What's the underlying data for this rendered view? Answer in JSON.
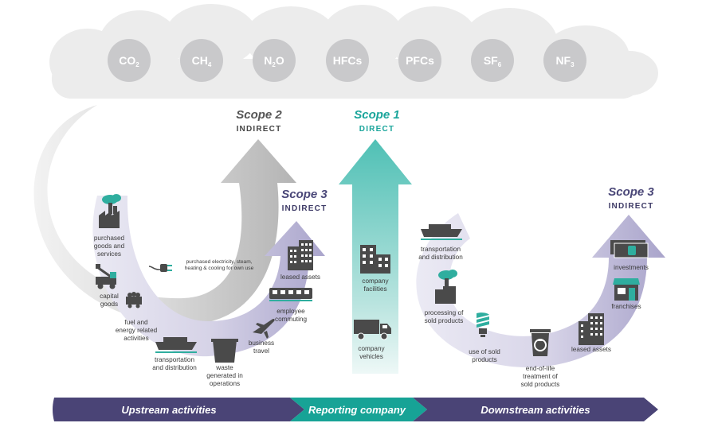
{
  "gases": [
    {
      "base": "CO",
      "sub": "2"
    },
    {
      "base": "CH",
      "sub": "4"
    },
    {
      "base": "N",
      "sub": "2",
      "tail": "O"
    },
    {
      "base": "HFCs"
    },
    {
      "base": "PFCs"
    },
    {
      "base": "SF",
      "sub": "6"
    },
    {
      "base": "NF",
      "sub": "3"
    }
  ],
  "scope2": {
    "title": "Scope 2",
    "subtitle": "INDIRECT"
  },
  "scope1": {
    "title": "Scope 1",
    "subtitle": "DIRECT"
  },
  "scope3_up": {
    "title": "Scope 3",
    "subtitle": "INDIRECT"
  },
  "scope3_down": {
    "title": "Scope 3",
    "subtitle": "INDIRECT"
  },
  "upstream": {
    "purchased_goods": [
      "purchased",
      "goods and",
      "services"
    ],
    "capital_goods": [
      "capital",
      "goods"
    ],
    "fuel_energy": [
      "fuel and",
      "energy related",
      "activities"
    ],
    "transport_dist": [
      "transportation",
      "and distribution"
    ],
    "waste": [
      "waste",
      "generated in",
      "operations"
    ],
    "business_travel": [
      "business",
      "travel"
    ],
    "employee_commuting": [
      "employee",
      "commuting"
    ],
    "leased_assets": [
      "leased assets"
    ],
    "purchased_electricity": [
      "purchased electricity, steam,",
      "heating & cooling for own use"
    ]
  },
  "reporting": {
    "company_facilities": [
      "company",
      "facilities"
    ],
    "company_vehicles": [
      "company",
      "vehicles"
    ]
  },
  "downstream": {
    "transport_dist": [
      "transportation",
      "and distribution"
    ],
    "processing": [
      "processing of",
      "sold products"
    ],
    "use_sold": [
      "use of sold",
      "products"
    ],
    "end_of_life": [
      "end-of-life",
      "treatment of",
      "sold products"
    ],
    "leased_assets": [
      "leased assets"
    ],
    "franchises": [
      "franchises"
    ],
    "investments": [
      "investments"
    ]
  },
  "bands": {
    "upstream": "Upstream activities",
    "reporting": "Reporting company",
    "downstream": "Downstream activities"
  },
  "colors": {
    "cloud": "#ececec",
    "cloud_dark": "#e4e4e4",
    "gas_circle": "#c9c9cb",
    "scope2_arrow": "#c8c8c8",
    "scope1_arrow": "#4fc0b5",
    "scope3_arrow": "#bab6d6",
    "scope2_text": "#555555",
    "scope1_text": "#1aa59b",
    "scope3_text": "#4a4778",
    "band_purple": "#4a4476",
    "band_teal": "#17a396",
    "icon": "#4a4a4a",
    "teal_icon": "#1fa89b"
  }
}
